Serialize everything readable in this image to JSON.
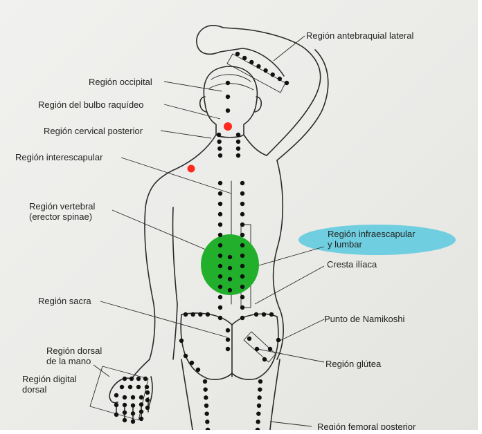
{
  "labels": {
    "antebraquial": "Región antebraquial lateral",
    "occipital": "Región occipital",
    "bulbo": "Región del bulbo raquídeo",
    "cervical": "Región cervical posterior",
    "interescapular": "Región interescapular",
    "vertebral": "Región vertebral\n(erector spinae)",
    "infraescapular": "Región infraescapular\ny lumbar",
    "cresta": "Cresta ilíaca",
    "sacra": "Región sacra",
    "namikoshi": "Punto de Namikoshi",
    "dorsal_mano": "Región dorsal\nde la mano",
    "digital": "Región digital\ndorsal",
    "glutea": "Región glútea",
    "femoral": "Región femoral posterior"
  },
  "colors": {
    "red_dot": "#ff2a1f",
    "green_zone": "#22b02c",
    "highlight": "#6fcfe0",
    "ink": "#1a1a1a"
  }
}
